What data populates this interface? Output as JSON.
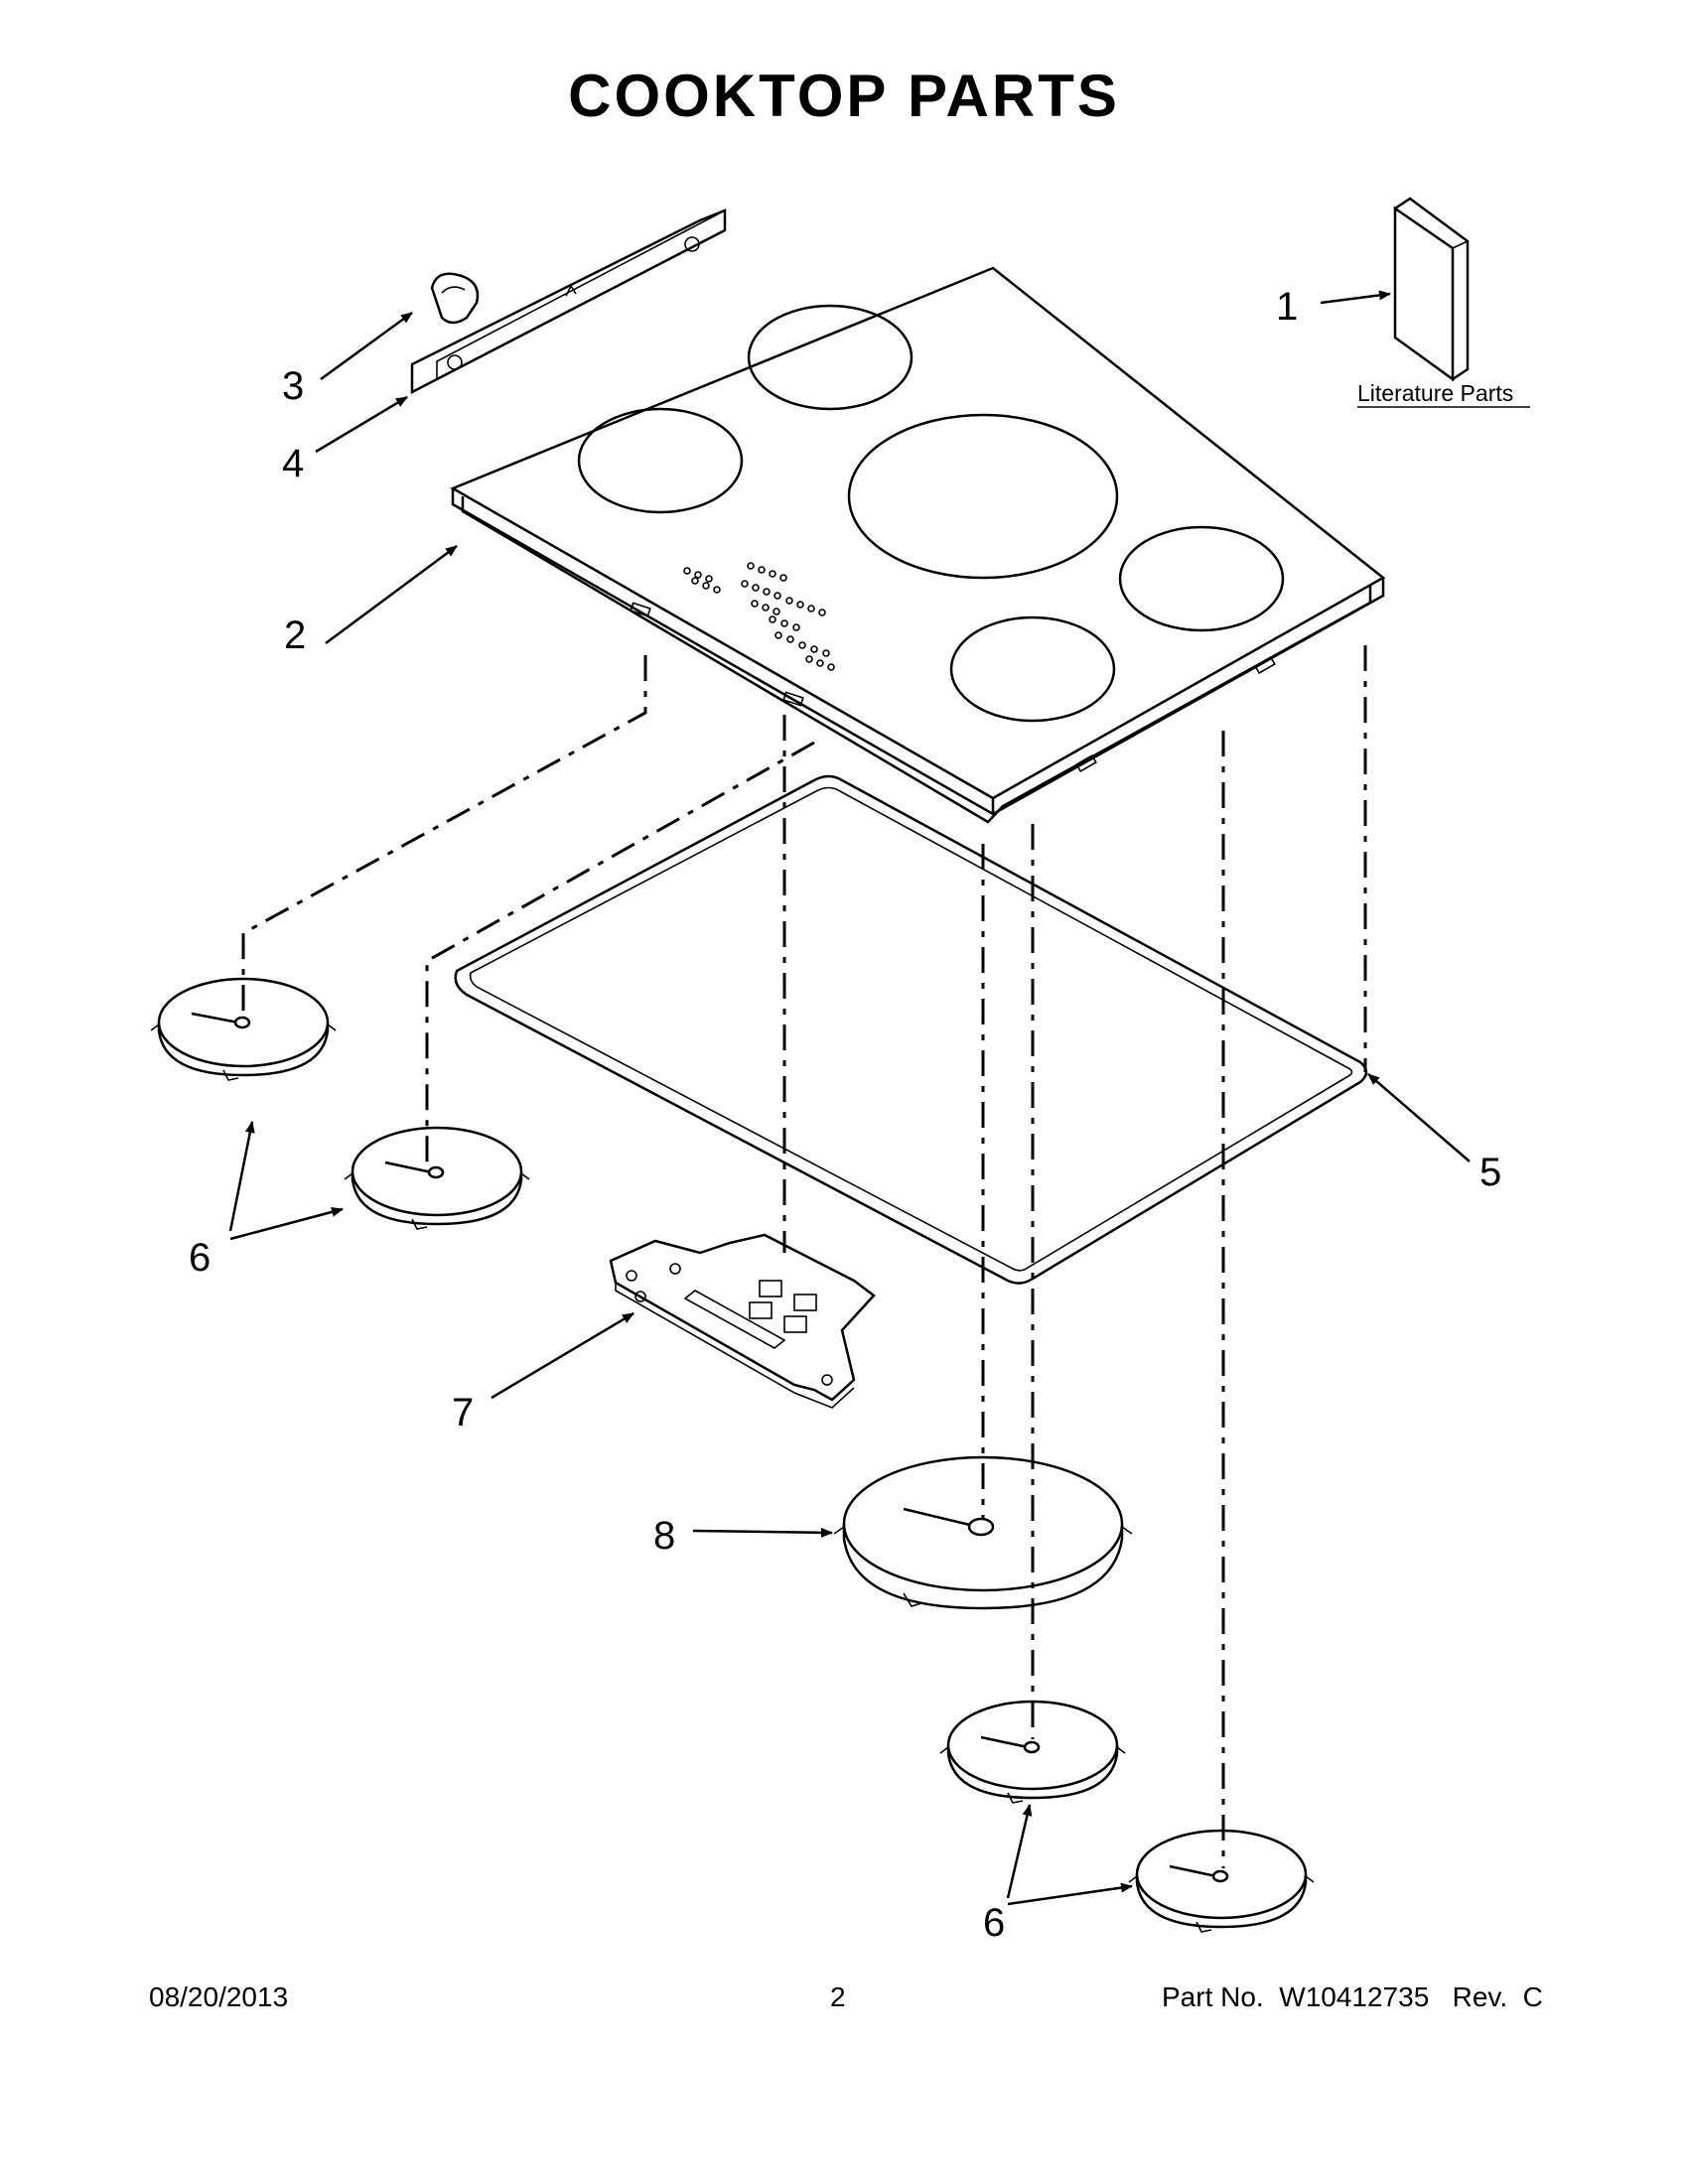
{
  "title": "COOKTOP PARTS",
  "callouts": {
    "c1": "1",
    "c2": "2",
    "c3": "3",
    "c4": "4",
    "c5": "5",
    "c6a": "6",
    "c6b": "6",
    "c7": "7",
    "c8": "8"
  },
  "literature_label": "Literature Parts",
  "footer": {
    "date": "08/20/2013",
    "page": "2",
    "part": "Part No.  W10412735   Rev.  C"
  }
}
